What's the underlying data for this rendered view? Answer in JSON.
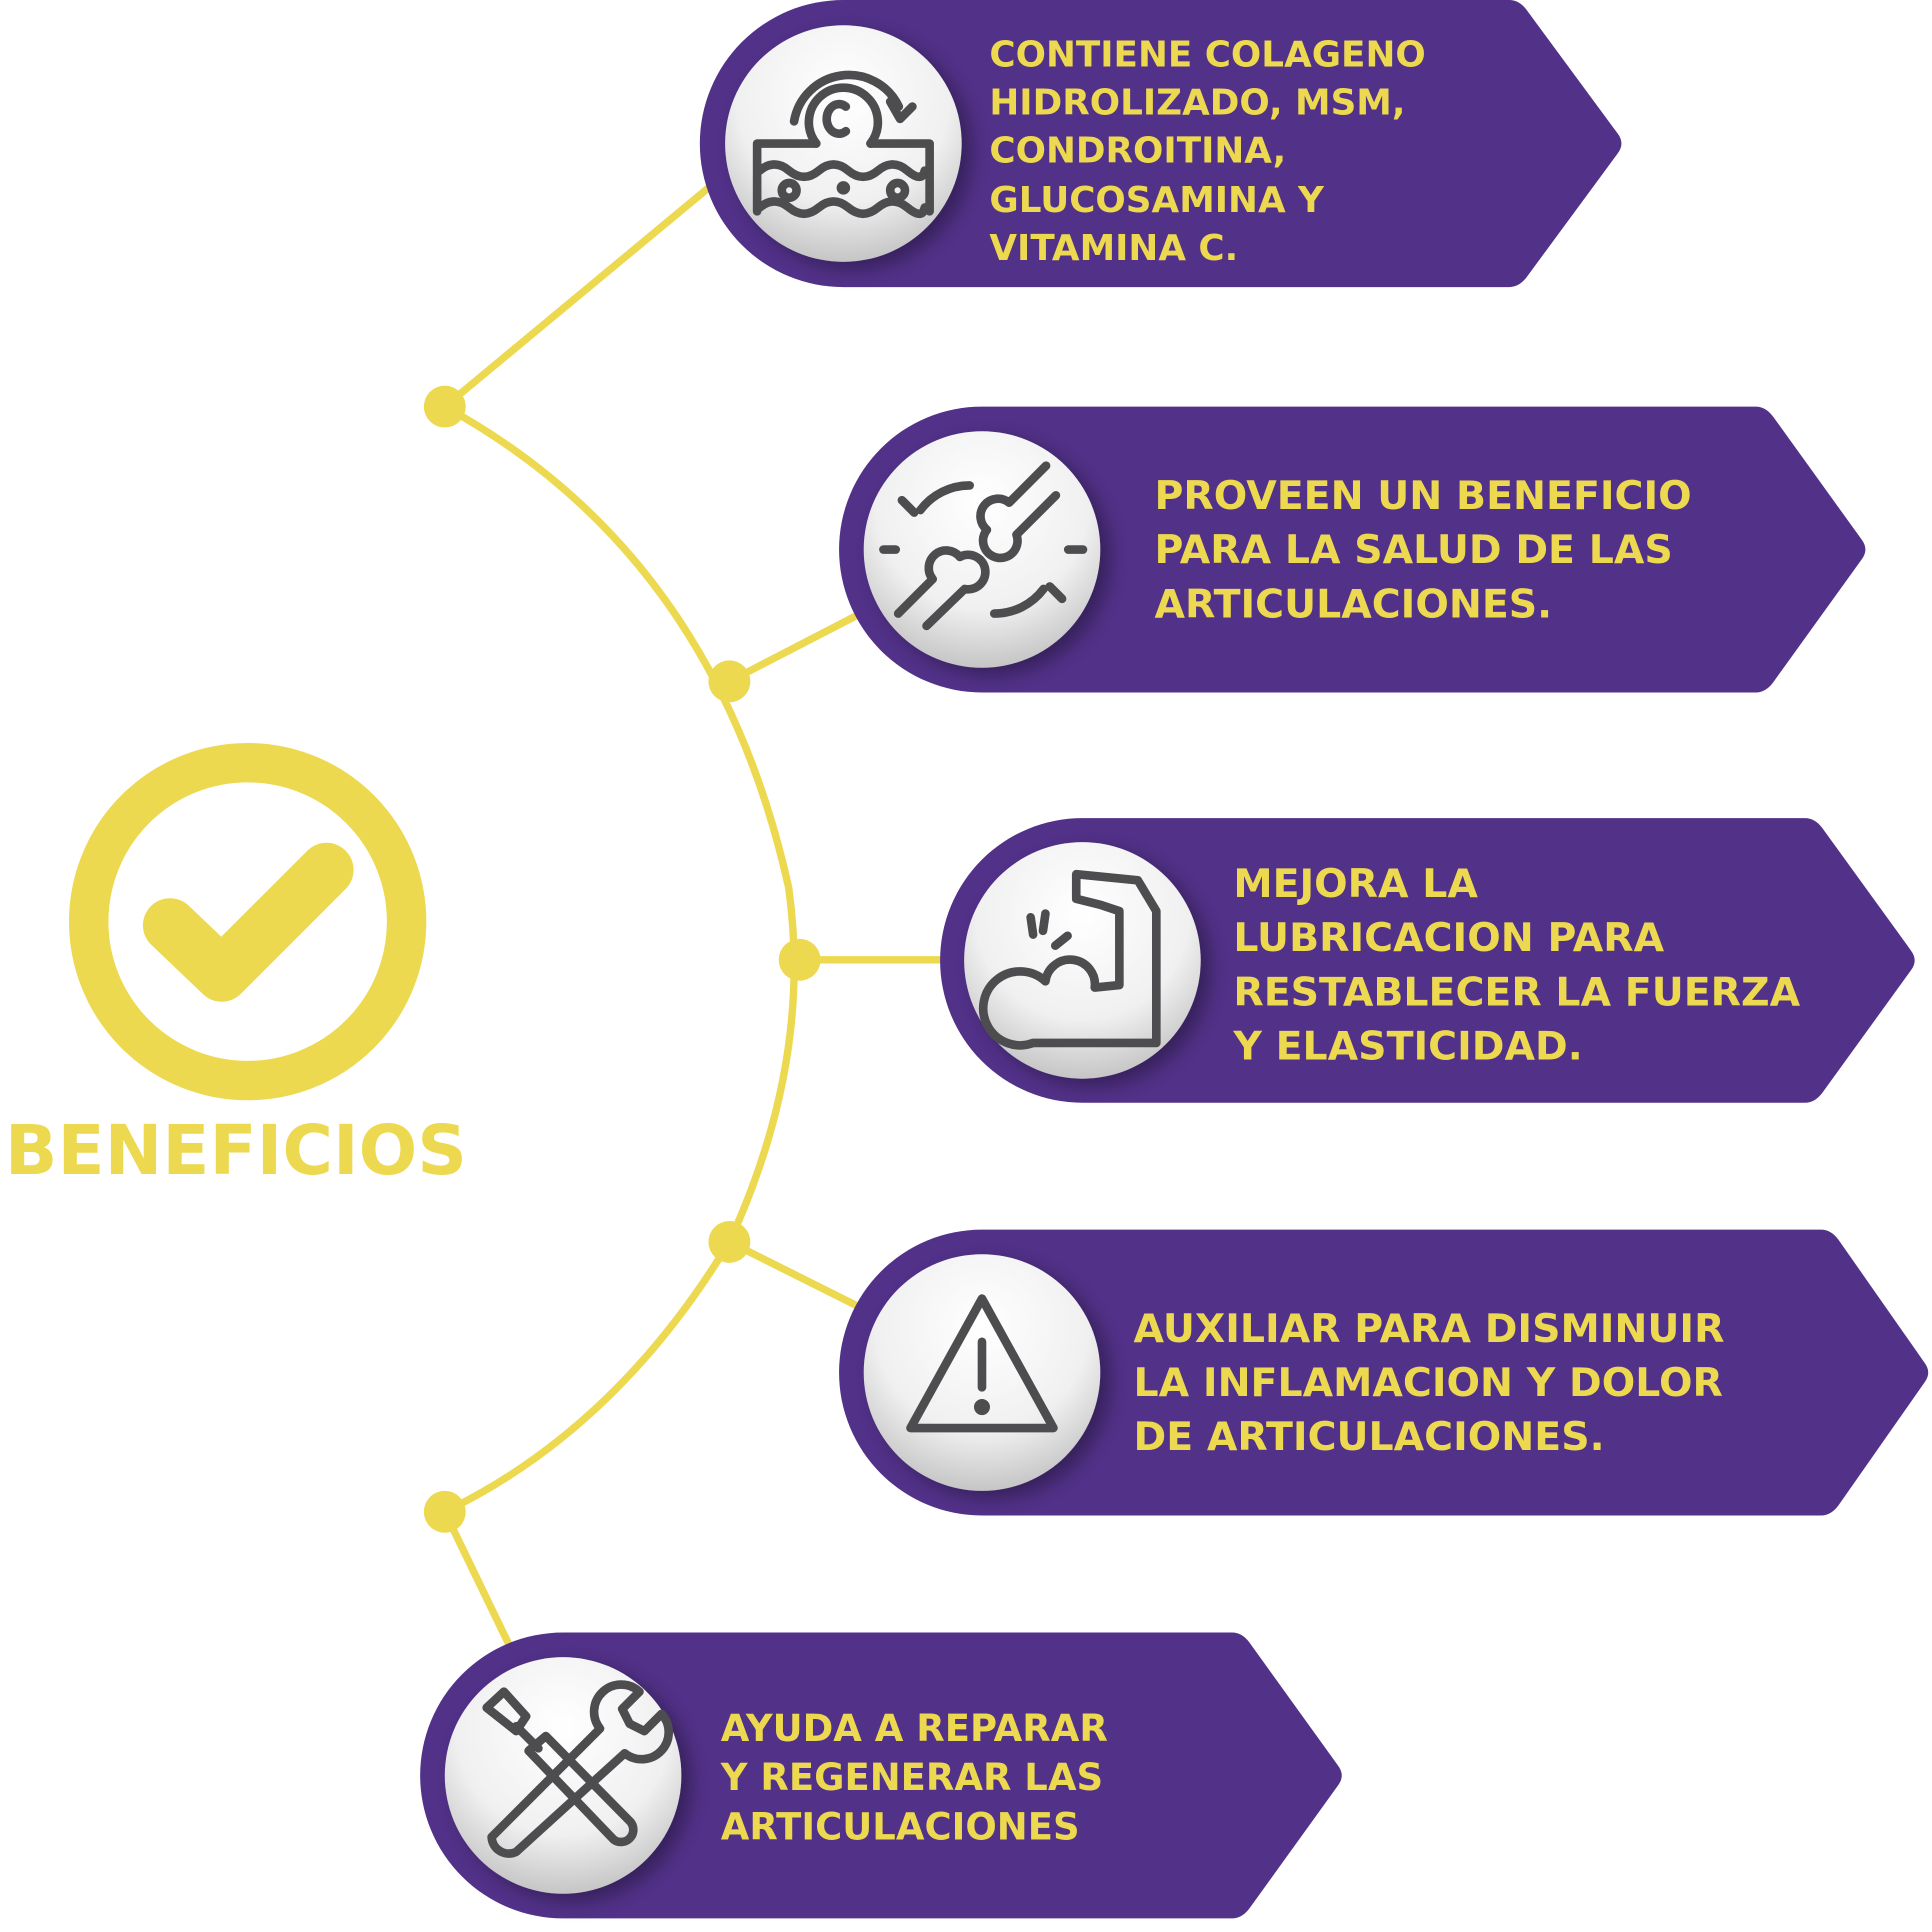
{
  "title": "BENEFICIOS",
  "colors": {
    "purple": "#523189",
    "yellow": "#EDD94F",
    "icon": "#4D4D4F"
  },
  "cards": [
    {
      "icon": "collagen-skin-icon",
      "lines": [
        "CONTIENE COLAGENO",
        "HIDROLIZADO, MSM,",
        "CONDROITINA,",
        "GLUCOSAMINA Y",
        "VITAMINA C."
      ]
    },
    {
      "icon": "joint-bones-icon",
      "lines": [
        "PROVEEN UN BENEFICIO",
        "PARA LA SALUD DE LAS",
        "ARTICULACIONES."
      ]
    },
    {
      "icon": "flexed-arm-icon",
      "lines": [
        "MEJORA LA",
        "LUBRICACION PARA",
        "RESTABLECER LA FUERZA",
        "Y ELASTICIDAD."
      ]
    },
    {
      "icon": "warning-triangle-icon",
      "lines": [
        "AUXILIAR PARA DISMINUIR",
        "LA INFLAMACION Y DOLOR",
        "DE ARTICULACIONES."
      ]
    },
    {
      "icon": "wrench-screwdriver-icon",
      "lines": [
        "AYUDA A REPARAR",
        "Y REGENERAR LAS",
        "ARTICULACIONES"
      ]
    }
  ]
}
